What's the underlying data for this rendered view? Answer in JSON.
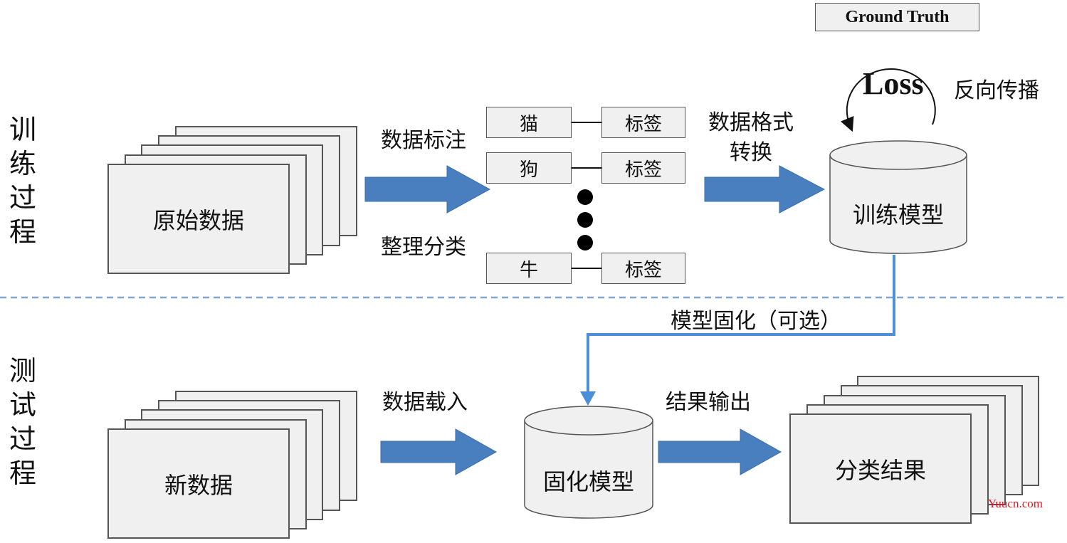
{
  "sections": {
    "training": "训\n练\n过\n程",
    "testing": "测\n试\n过\n程"
  },
  "training": {
    "raw_data": "原始数据",
    "annotate_label": "数据标注",
    "sort_label": "整理分类",
    "label_pairs": [
      {
        "item": "猫",
        "tag": "标签"
      },
      {
        "item": "狗",
        "tag": "标签"
      },
      {
        "item": "牛",
        "tag": "标签"
      }
    ],
    "format_convert": "数据格式\n转换",
    "train_model": "训练模型",
    "ground_truth": "Ground Truth",
    "loss": "Loss",
    "backprop": "反向传播"
  },
  "freeze_label": "模型固化（可选）",
  "testing": {
    "new_data": "新数据",
    "load_label": "数据载入",
    "frozen_model": "固化模型",
    "output_label": "结果输出",
    "result": "分类结果"
  },
  "watermark": "Yuucn.com",
  "colors": {
    "arrow_blue": "#4a7fbf",
    "line_blue": "#4a8fd8",
    "divider": "#7fa6cc",
    "box_fill": "#f0f0f0",
    "watermark": "#e8141d"
  }
}
